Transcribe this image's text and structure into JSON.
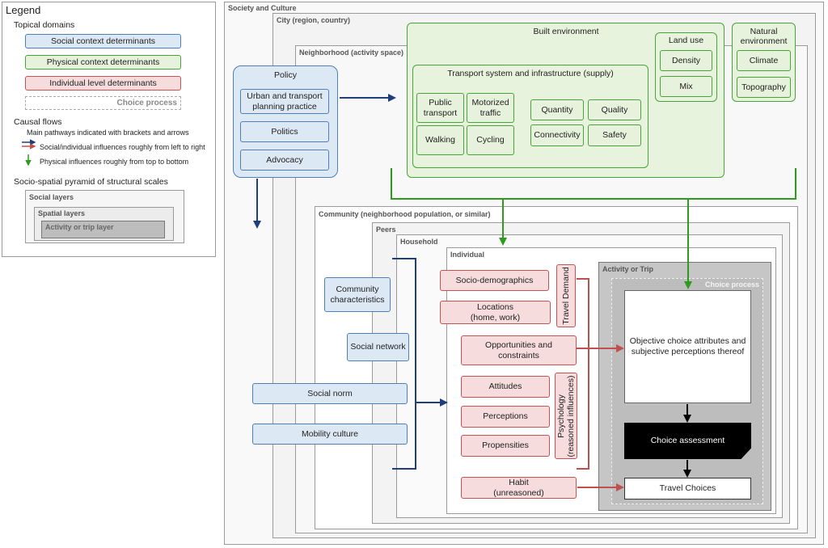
{
  "legend": {
    "title": "Legend",
    "topical_domains": "Topical domains",
    "social": "Social context determinants",
    "physical": "Physical context determinants",
    "individual": "Individual level determinants",
    "choice": "Choice process",
    "causal_flows": "Causal flows",
    "main_pathways": "Main pathways  indicated with brackets and arrows",
    "social_flow": "Social/individual influences roughly from left to right",
    "physical_flow": "Physical influences roughly from top to bottom",
    "pyramid": "Socio-spatial pyramid of structural scales",
    "social_layers": "Social layers",
    "spatial_layers": "Spatial layers",
    "activity_layer": "Activity or trip layer"
  },
  "layers": {
    "society": "Society and Culture",
    "city": "City (region, country)",
    "neighborhood": "Neighborhood (activity space)",
    "community": "Community (neighborhood population, or similar)",
    "peers": "Peers",
    "household": "Household",
    "individual": "Individual",
    "activity": "Activity or Trip",
    "choice_process": "Choice process"
  },
  "policy": {
    "title": "Policy",
    "items": [
      "Urban and transport\nplanning practice",
      "Politics",
      "Advocacy"
    ]
  },
  "built": {
    "title": "Built environment",
    "transport": {
      "title": "Transport system and infrastructure (supply)",
      "public": "Public\ntransport",
      "motorized": "Motorized\ntraffic",
      "walking": "Walking",
      "cycling": "Cycling",
      "quantity": "Quantity",
      "quality": "Quality",
      "connectivity": "Connectivity",
      "safety": "Safety"
    },
    "landuse": {
      "title": "Land use",
      "density": "Density",
      "mix": "Mix"
    }
  },
  "natural": {
    "title": "Natural\nenvironment",
    "climate": "Climate",
    "topography": "Topography"
  },
  "social": {
    "community": "Community\ncharacteristics",
    "network": "Social network",
    "norm": "Social norm",
    "mobility": "Mobility culture"
  },
  "individual": {
    "sociodemo": "Socio-demographics",
    "locations": "Locations\n(home, work)",
    "travel_demand": "Travel Demand",
    "opportunities": "Opportunities and\nconstraints",
    "attitudes": "Attitudes",
    "perceptions": "Perceptions",
    "propensities": "Propensities",
    "psychology": "Psychology\n(reasoned influences)",
    "habit": "Habit\n(unreasoned)"
  },
  "choice": {
    "objective": "Objective choice attributes and\nsubjective perceptions thereof",
    "assessment": "Choice assessment",
    "travel": "Travel Choices"
  },
  "colors": {
    "social": "#1f3f7a",
    "individual": "#c0504d",
    "physical": "#2e9a1f"
  }
}
